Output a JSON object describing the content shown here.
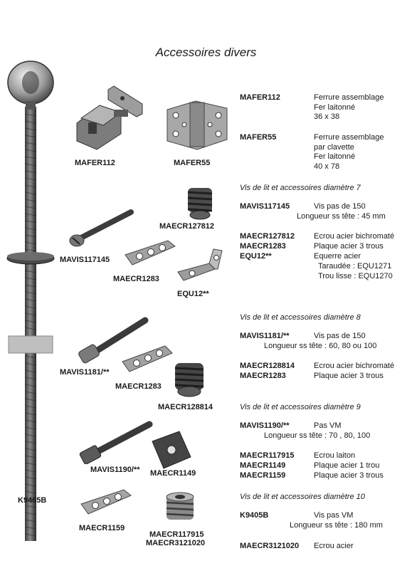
{
  "title": "Accessoires divers",
  "photo_labels": {
    "mafer112": "MAFER112",
    "mafer55": "MAFER55",
    "maecr127812": "MAECR127812",
    "mavis117145": "MAVIS117145",
    "maecr1283_a": "MAECR1283",
    "equ12": "EQU12**",
    "mavis1181": "MAVIS1181/**",
    "maecr1283_b": "MAECR1283",
    "maecr128814": "MAECR128814",
    "mavis1190": "MAVIS1190/**",
    "maecr1149": "MAECR1149",
    "k9405b": "K9405B",
    "maecr1159": "MAECR1159",
    "maecr117915": "MAECR117915",
    "maecr3121020": "MAECR3121020"
  },
  "entries_top": [
    {
      "code": "MAFER112",
      "lines": [
        "Ferrure assemblage",
        "Fer laitonné",
        "36 x 38"
      ]
    },
    {
      "code": "MAFER55",
      "lines": [
        "Ferrure assemblage",
        "par clavette",
        "Fer laitonné",
        "40 x 78"
      ]
    }
  ],
  "sections": [
    {
      "heading": "Vis de lit et accessoires diamètre 7",
      "screw": {
        "code": "MAVIS117145",
        "desc": "Vis pas de 150",
        "length": "Longueur ss tête : 45 mm"
      },
      "items": [
        {
          "code": "MAECR127812",
          "desc": "Ecrou acier bichromaté"
        },
        {
          "code": "MAECR1283",
          "desc": "Plaque acier 3 trous"
        },
        {
          "code": "EQU12**",
          "desc": "Equerre acier"
        }
      ],
      "extra": [
        "Taraudée  :  EQU1271",
        "Trou lisse  :  EQU1270"
      ]
    },
    {
      "heading": "Vis de lit et accessoires diamètre 8",
      "screw": {
        "code": "MAVIS1181/**",
        "desc": "Vis pas de 150",
        "length": "Longueur ss tête : 60, 80 ou 100"
      },
      "items": [
        {
          "code": "MAECR128814",
          "desc": "Ecrou acier bichromaté"
        },
        {
          "code": "MAECR1283",
          "desc": "Plaque acier 3 trous"
        }
      ]
    },
    {
      "heading": "Vis de lit et accessoires diamètre 9",
      "screw": {
        "code": "MAVIS1190/**",
        "desc": "Pas  VM",
        "length": "Longueur ss tête : 70 , 80, 100"
      },
      "items": [
        {
          "code": "MAECR117915",
          "desc": "Ecrou laiton"
        },
        {
          "code": "MAECR1149",
          "desc": "Plaque acier 1 trou"
        },
        {
          "code": "MAECR1159",
          "desc": "Plaque acier 3 trous"
        }
      ]
    },
    {
      "heading": "Vis de lit et accessoires diamètre 10",
      "screw": {
        "code": "K9405B",
        "desc": "Vis pas VM",
        "length": "Longueur ss tête : 180 mm"
      },
      "items": [
        {
          "code": "MAECR3121020",
          "desc": "Ecrou acier"
        }
      ]
    }
  ]
}
